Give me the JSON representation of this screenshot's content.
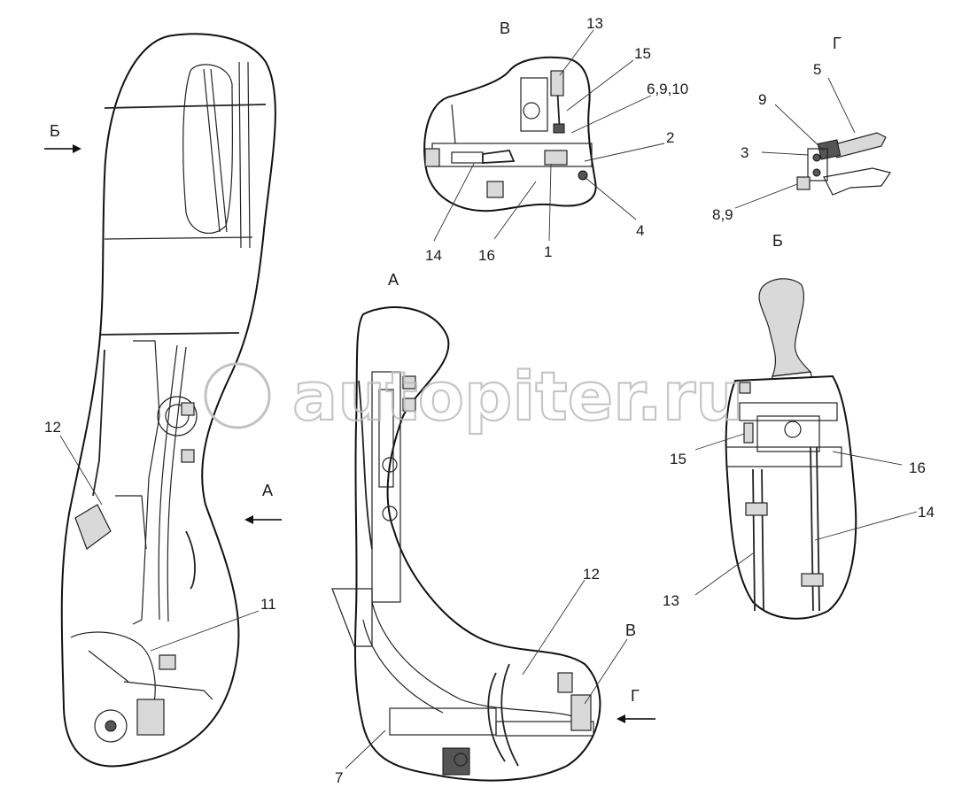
{
  "diagram": {
    "view_titles": {
      "v": "В",
      "g": "Г",
      "a": "А",
      "b": "Б"
    },
    "arrow_labels": {
      "b_left": "Б",
      "a_mid": "А",
      "v_bottom": "В",
      "g_bottom": "Г"
    },
    "callouts": {
      "v_13": "13",
      "v_15": "15",
      "v_6_9_10": "6,9,10",
      "v_2": "2",
      "v_4": "4",
      "v_1": "1",
      "v_16": "16",
      "v_14": "14",
      "g_5": "5",
      "g_9": "9",
      "g_3": "3",
      "g_8_9": "8,9",
      "left_12": "12",
      "left_11": "11",
      "mid_12": "12",
      "mid_7": "7",
      "b_15": "15",
      "b_16": "16",
      "b_14": "14",
      "b_13": "13"
    },
    "watermark": "autopiter.ru"
  }
}
